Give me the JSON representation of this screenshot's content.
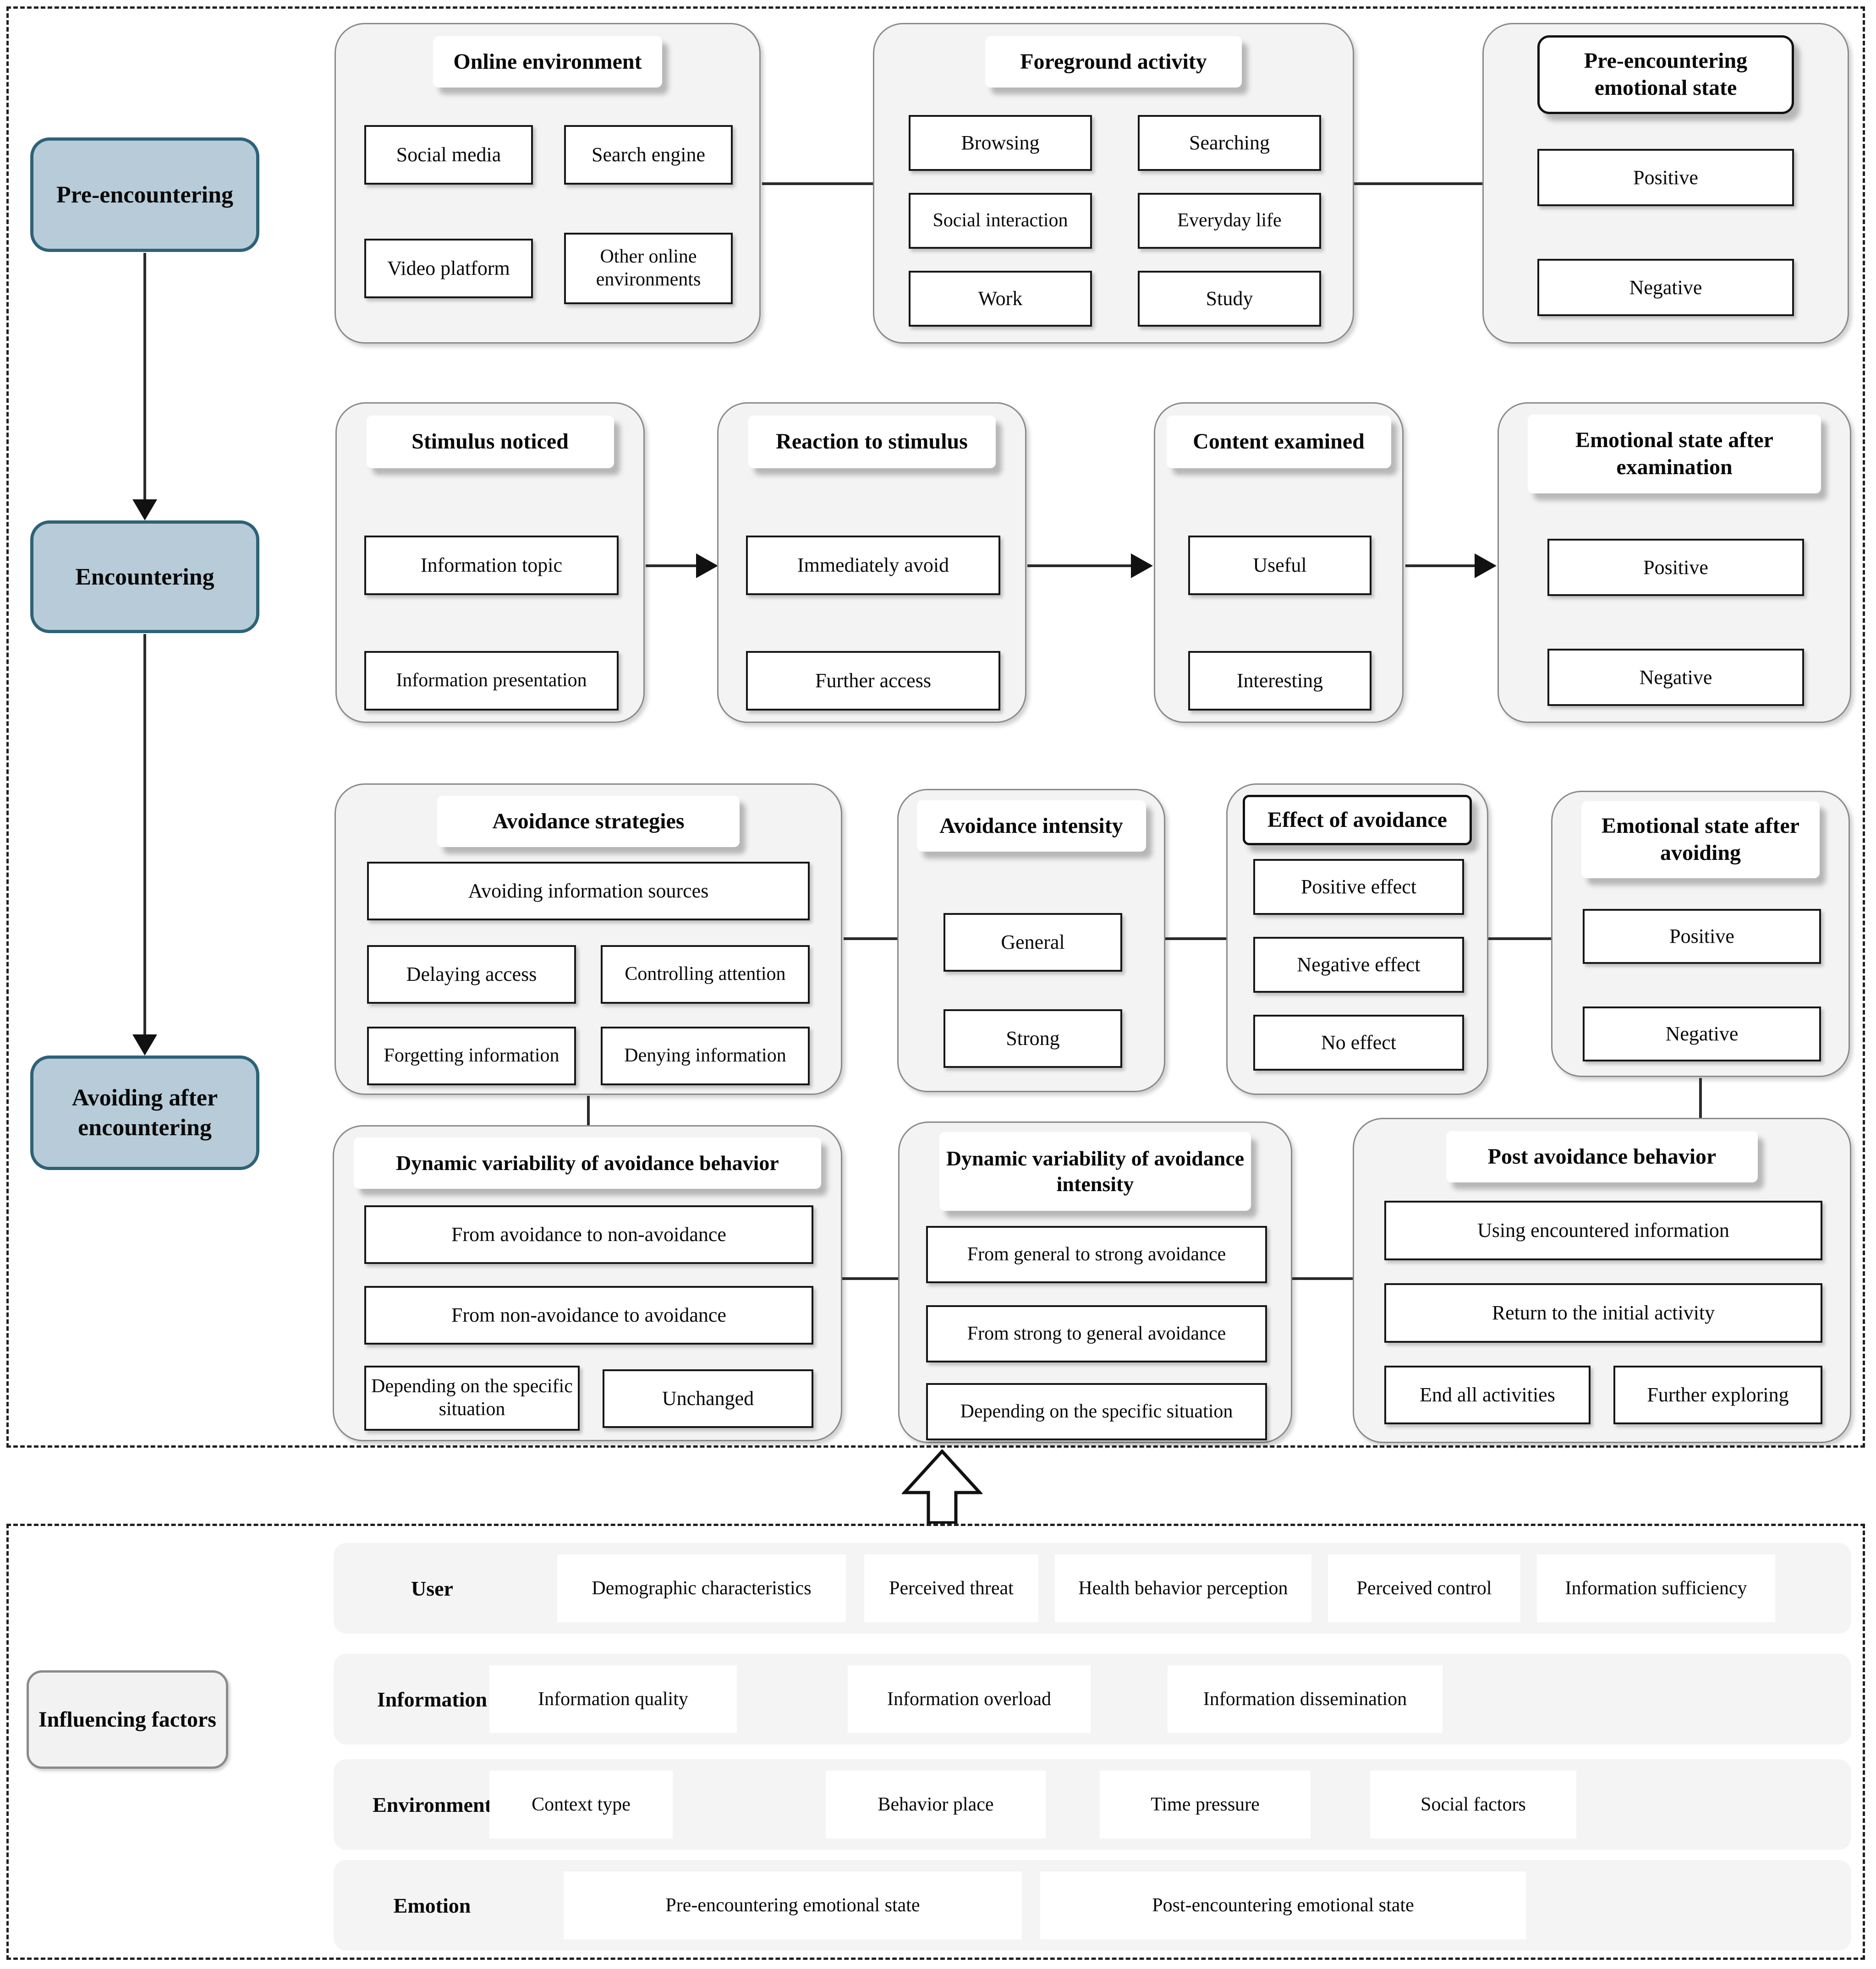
{
  "stages": {
    "pre": "Pre-encountering",
    "enc": "Encountering",
    "avoid": "Avoiding after encountering"
  },
  "online_environment": {
    "title": "Online environment",
    "items": [
      "Social media",
      "Search engine",
      "Video platform",
      "Other online environments"
    ]
  },
  "foreground_activity": {
    "title": "Foreground activity",
    "items": [
      "Browsing",
      "Searching",
      "Social interaction",
      "Everyday life",
      "Work",
      "Study"
    ]
  },
  "pre_encountering_emotional_state": {
    "title": "Pre-encountering emotional state",
    "items": [
      "Positive",
      "Negative"
    ]
  },
  "stimulus_noticed": {
    "title": "Stimulus noticed",
    "items": [
      "Information topic",
      "Information presentation"
    ]
  },
  "reaction_to_stimulus": {
    "title": "Reaction to stimulus",
    "items": [
      "Immediately avoid",
      "Further access"
    ]
  },
  "content_examined": {
    "title": "Content examined",
    "items": [
      "Useful",
      "Interesting"
    ]
  },
  "emotional_state_after_examination": {
    "title": "Emotional state after examination",
    "items": [
      "Positive",
      "Negative"
    ]
  },
  "avoidance_strategies": {
    "title": "Avoidance strategies",
    "items": [
      "Avoiding information sources",
      "Delaying access",
      "Controlling attention",
      "Forgetting information",
      "Denying information"
    ]
  },
  "avoidance_intensity": {
    "title": "Avoidance intensity",
    "items": [
      "General",
      "Strong"
    ]
  },
  "effect_of_avoidance": {
    "title": "Effect of avoidance",
    "items": [
      "Positive effect",
      "Negative effect",
      "No effect"
    ]
  },
  "emotional_state_after_avoiding": {
    "title": "Emotional state after avoiding",
    "items": [
      "Positive",
      "Negative"
    ]
  },
  "dynamic_variability_behavior": {
    "title": "Dynamic variability of avoidance behavior",
    "items": [
      "From avoidance to non-avoidance",
      "From non-avoidance to avoidance",
      "Depending on the specific situation",
      "Unchanged"
    ]
  },
  "dynamic_variability_intensity": {
    "title": "Dynamic variability of avoidance intensity",
    "items": [
      "From general to strong avoidance",
      "From strong to general avoidance",
      "Depending on the specific situation"
    ]
  },
  "post_avoidance_behavior": {
    "title": "Post avoidance behavior",
    "items": [
      "Using encountered information",
      "Return to the initial activity",
      "End all activities",
      "Further exploring"
    ]
  },
  "influencing_factors": {
    "label": "Influencing factors",
    "rows": [
      {
        "label": "User",
        "items": [
          "Demographic characteristics",
          "Perceived threat",
          "Health behavior perception",
          "Perceived control",
          "Information sufficiency"
        ]
      },
      {
        "label": "Information",
        "items": [
          "Information quality",
          "Information overload",
          "Information dissemination"
        ]
      },
      {
        "label": "Environment",
        "items": [
          "Context type",
          "Behavior place",
          "Time pressure",
          "Social factors"
        ]
      },
      {
        "label": "Emotion",
        "items": [
          "Pre-encountering emotional state",
          "Post-encountering emotional state"
        ]
      }
    ]
  },
  "colors": {
    "stage_fill": "#b7cbd8",
    "stage_border": "#2e6277",
    "panel_fill": "#f3f3f3",
    "line": "#2b2b2b"
  }
}
